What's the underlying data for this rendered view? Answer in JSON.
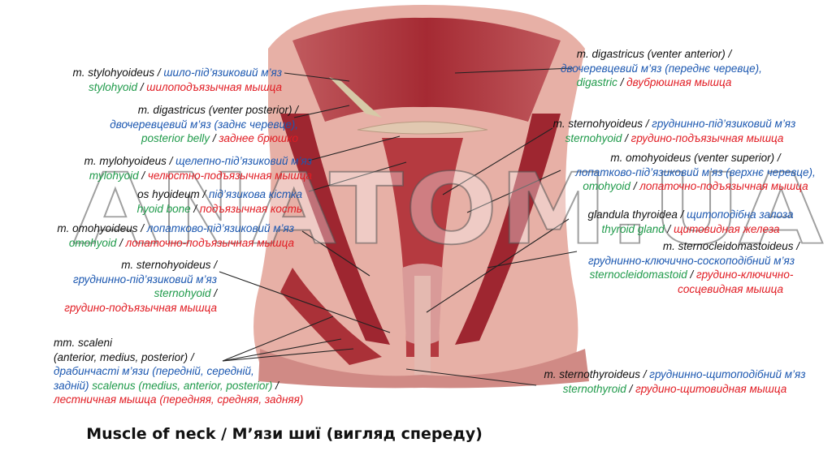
{
  "title": "Muscle of neck / М’язи шиї (вигляд спереду)",
  "watermark": "ANATOM.UA",
  "colors": {
    "latin": "#111111",
    "ukrainian": "#1b57b0",
    "english": "#1f9a4a",
    "russian": "#e11b22",
    "muscle": "#b3343a"
  },
  "labels": {
    "stylohyoid": {
      "l1": "m. stylohyoideus /",
      "l1b": "шило-під’язиковий м’яз",
      "l2": "stylohyoid",
      "l2b": "шилоподъязычная мышца"
    },
    "digastric_posterior": {
      "l1": "m. digastricus (venter posterior) /",
      "l2": "двочеревцевий м’яз (заднє черевце),",
      "l3": "posterior belly",
      "l3b": "заднее брюшко"
    },
    "mylohyoid": {
      "l1": "m. mylohyoideus /",
      "l1b": "щелепно-під’язиковий м’яз",
      "l2": "mylohyoid",
      "l2b": "челюстно-подъязычная мышца"
    },
    "hyoid_bone": {
      "l1": "os hyoideum /",
      "l1b": "під’язикова кістка",
      "l2": "hyoid bone",
      "l2b": "подъязычная кость"
    },
    "omohyoid_left": {
      "l1": "m. omohyoideus /",
      "l1b": "лопатково-під’язиковий м’яз",
      "l2": "omohyoid",
      "l2b": "лопаточно-подъязычная мышца"
    },
    "sternohyoid_left": {
      "l1": "m. sternohyoideus /",
      "l2": "груднинно-під’язиковий м’яз",
      "l3": "sternohyoid",
      "l4": "грудино-подъязычная мышца"
    },
    "scalene": {
      "l1": "mm. scaleni",
      "l2": "(anterior, medius, posterior) /",
      "l3": "драбинчасті м’язи  (передній, середній,",
      "l4": "задній)",
      "l4b": "scalenus (medius, anterior, posterior)",
      "l5": "лестничная мышца (передняя, средняя, задняя)"
    },
    "digastric_anterior": {
      "l1": "m. digastricus (venter anterior) /",
      "l2": "двочеревцевий м’яз (переднє черевце),",
      "l3": "digastric",
      "l3b": "двубрюшная мышца"
    },
    "sternohyoid_right": {
      "l1": "m. sternohyoideus /",
      "l1b": "груднинно-під’язиковий м’яз",
      "l2": "sternohyoid",
      "l2b": "грудино-подъязычная мышца"
    },
    "omohyoid_superior": {
      "l1": "m. omohyoideus (venter superior) /",
      "l2": "лопатково-під’язиковий м’яз (верхнє черевце),",
      "l3": "omohyoid",
      "l3b": "лопаточно-подъязычная мышца"
    },
    "thyroid": {
      "l1": "glandula thyroidea /",
      "l1b": "щитоподібна залоза",
      "l2": "thyroid gland",
      "l2b": "щитовидная железа"
    },
    "sternocleidomastoid": {
      "l1": "m. sternocleidomastoideus /",
      "l2": "груднинно-ключично-соскоподібний м’яз",
      "l3": "sternocleidomastoid",
      "l3b": "грудино-ключично-",
      "l4": "сосцевидная мышца"
    },
    "sternothyroid": {
      "l1": "m. sternothyroideus /",
      "l1b": "груднинно-щитоподібний м’яз",
      "l2": "sternothyroid",
      "l2b": "грудино-щитовидная мышца"
    }
  }
}
